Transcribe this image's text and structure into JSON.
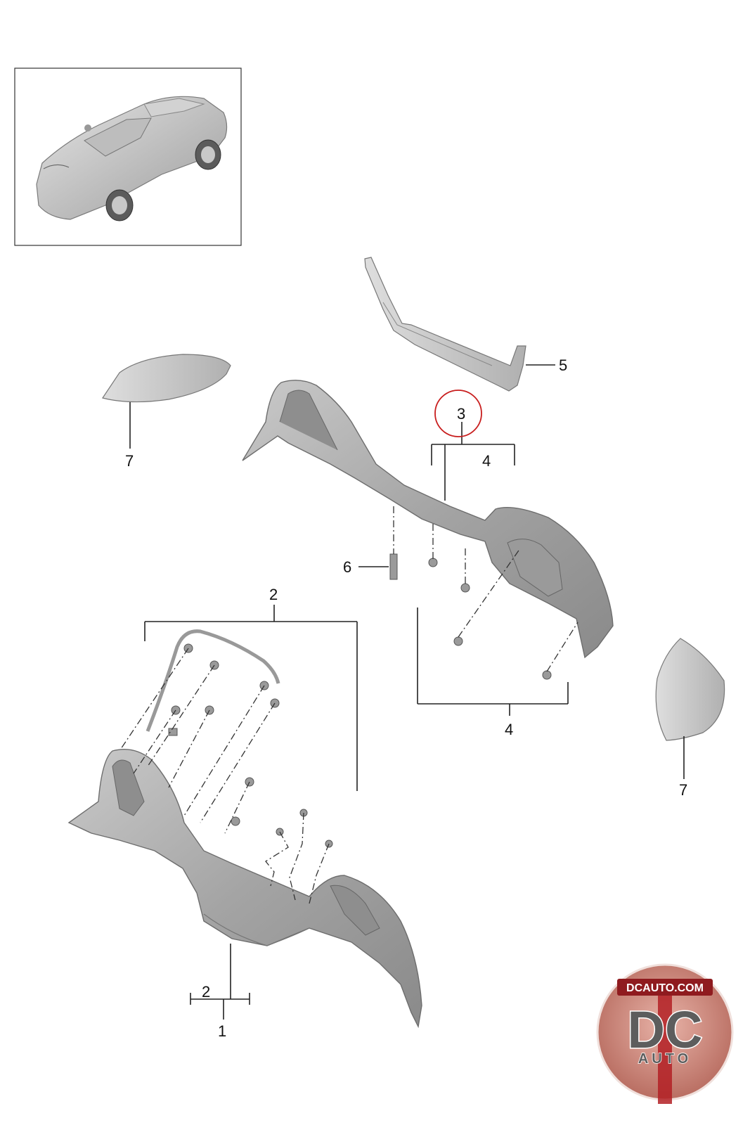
{
  "callouts": {
    "one": "1",
    "two_top": "2",
    "two_bottom": "2",
    "three": "3",
    "four_upper": "4",
    "four_lower": "4",
    "five": "5",
    "six": "6",
    "seven_left": "7",
    "seven_right": "7"
  },
  "logo": {
    "top_text": "DCAUTO.COM",
    "letters": "DC",
    "bottom_text": "AUTO"
  },
  "colors": {
    "highlight_circle": "#c81e1e",
    "logo_red": "#b32025",
    "part_gray": "#a9a9a9"
  }
}
